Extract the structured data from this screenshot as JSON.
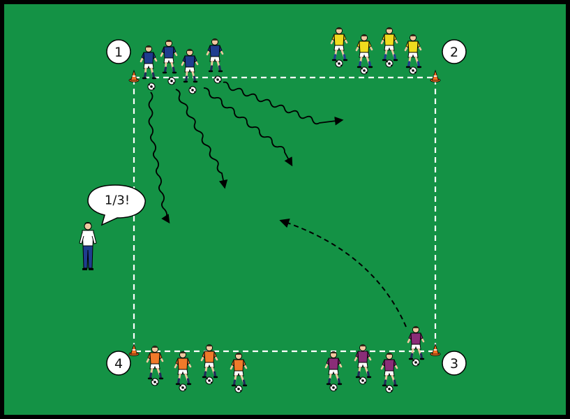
{
  "colors": {
    "pitch": "#149245",
    "border": "#000000",
    "line": "#ffffff",
    "team_1": "#1f3d8f",
    "team_2": "#f0dc1e",
    "team_3": "#8a2d78",
    "team_4": "#f07a2a",
    "cone": "#f37021"
  },
  "corners": [
    {
      "id": "corner-1",
      "label": "1"
    },
    {
      "id": "corner-2",
      "label": "2"
    },
    {
      "id": "corner-3",
      "label": "3"
    },
    {
      "id": "corner-4",
      "label": "4"
    }
  ],
  "coach": {
    "call": "1/3!",
    "shirt": "#ffffff",
    "trousers": "#1f3d8f"
  },
  "groups": [
    {
      "name": "group-1",
      "color": "#1f3d8f",
      "players": 4,
      "dribbling": true
    },
    {
      "name": "group-2",
      "color": "#f0dc1e",
      "players": 4,
      "dribbling": false
    },
    {
      "name": "group-3",
      "color": "#8a2d78",
      "players": 4,
      "dribbling": false
    },
    {
      "name": "group-4",
      "color": "#f07a2a",
      "players": 4,
      "dribbling": false
    }
  ],
  "icons": {
    "cone": "cone-icon",
    "ball": "ball-icon",
    "player": "player-icon",
    "coach": "coach-icon"
  }
}
